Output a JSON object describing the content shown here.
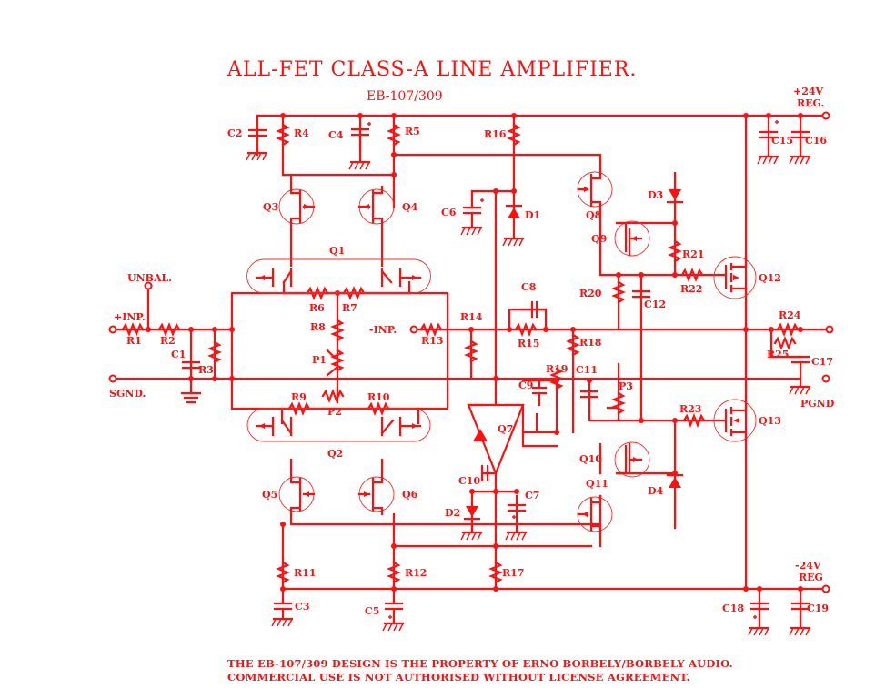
{
  "title": "ALL-FET CLASS-A LINE AMPLIFIER.",
  "subtitle": "EB-107/309",
  "footer": [
    "THE EB-107/309 DESIGN IS THE PROPERTY OF ERNO BORBELY/BORBELY AUDIO.",
    "COMMERCIAL USE IS NOT AUTHORISED WITHOUT LICENSE AGREEMENT."
  ],
  "terminals": {
    "pos_supply": [
      "+24V",
      "REG."
    ],
    "neg_supply": [
      "-24V",
      "REG"
    ],
    "unbal": "UNBAL.",
    "inp_pos": "+INP.",
    "inp_neg": "-INP.",
    "sgnd": "SGND.",
    "pgnd": "PGND"
  },
  "labels": {
    "R1": "R1",
    "R2": "R2",
    "R3": "R3",
    "R4": "R4",
    "R5": "R5",
    "R6": "R6",
    "R7": "R7",
    "R8": "R8",
    "R9": "R9",
    "R10": "R10",
    "R11": "R11",
    "R12": "R12",
    "R13": "R13",
    "R14": "R14",
    "R15": "R15",
    "R16": "R16",
    "R17": "R17",
    "R18": "R18",
    "R19": "R19",
    "R20": "R20",
    "R21": "R21",
    "R22": "R22",
    "R23": "R23",
    "R24": "R24",
    "R25": "R25",
    "C1": "C1",
    "C2": "C2",
    "C3": "C3",
    "C4": "C4",
    "C5": "C5",
    "C6": "C6",
    "C7": "C7",
    "C8": "C8",
    "C9": "C9",
    "C10": "C10",
    "C11": "C11",
    "C12": "C12",
    "C15": "C15",
    "C16": "C16",
    "C17": "C17",
    "C18": "C18",
    "C19": "C19",
    "Q1": "Q1",
    "Q2": "Q2",
    "Q3": "Q3",
    "Q4": "Q4",
    "Q5": "Q5",
    "Q6": "Q6",
    "Q7": "Q7",
    "Q8": "Q8",
    "Q9": "Q9",
    "Q10": "Q10",
    "Q11": "Q11",
    "Q12": "Q12",
    "Q13": "Q13",
    "D1": "D1",
    "D2": "D2",
    "D3": "D3",
    "D4": "D4",
    "P1": "P1",
    "P2": "P2",
    "P3": "P3"
  },
  "colors": {
    "ink": "#ff1010",
    "background": "#ffffff"
  }
}
